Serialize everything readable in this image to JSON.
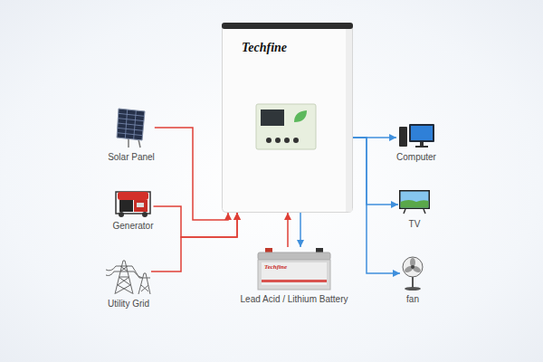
{
  "diagram": {
    "nodes": [
      {
        "text": [
          "Solar Panel"
        ]
      },
      {
        "text": [
          "Generator"
        ]
      },
      {
        "text": [
          "Utility Grid"
        ]
      },
      {
        "text": [
          "Techfine"
        ]
      },
      {
        "text": [
          "Techfine",
          "Lead Acid / Lithium Battery"
        ]
      },
      {
        "text": [
          "Computer"
        ]
      },
      {
        "text": [
          "TV"
        ]
      },
      {
        "text": [
          "fan"
        ]
      }
    ],
    "edges": [
      {
        "from": 0,
        "to": 3,
        "arrow": "to"
      },
      {
        "from": 1,
        "to": 3,
        "arrow": "to"
      },
      {
        "from": 2,
        "to": 3,
        "arrow": "to"
      },
      {
        "from": 4,
        "to": 3,
        "arrow": "to"
      },
      {
        "from": 3,
        "to": 4,
        "arrow": "to"
      },
      {
        "from": 3,
        "to": 5,
        "arrow": "to"
      },
      {
        "from": 3,
        "to": 6,
        "arrow": "to"
      },
      {
        "from": 3,
        "to": 7,
        "arrow": "to"
      }
    ]
  }
}
